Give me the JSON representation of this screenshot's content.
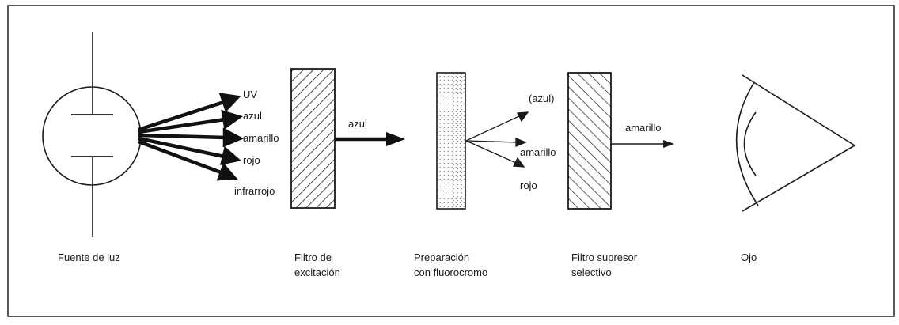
{
  "source": {
    "rays": [
      "UV",
      "azul",
      "amarillo",
      "rojo",
      "infrarrojo"
    ]
  },
  "excitation": {
    "beam_label": "azul"
  },
  "specimen": {
    "emitted": [
      "(azul)",
      "amarillo",
      "rojo"
    ]
  },
  "barrier": {
    "beam_label": "amarillo"
  },
  "captions": {
    "light_source": "Fuente de luz",
    "excitation_filter": [
      "Filtro de",
      "excitación"
    ],
    "preparation": [
      "Preparación",
      "con fluorocromo"
    ],
    "barrier_filter": [
      "Filtro supresor",
      "selectivo"
    ],
    "eye": "Ojo"
  }
}
